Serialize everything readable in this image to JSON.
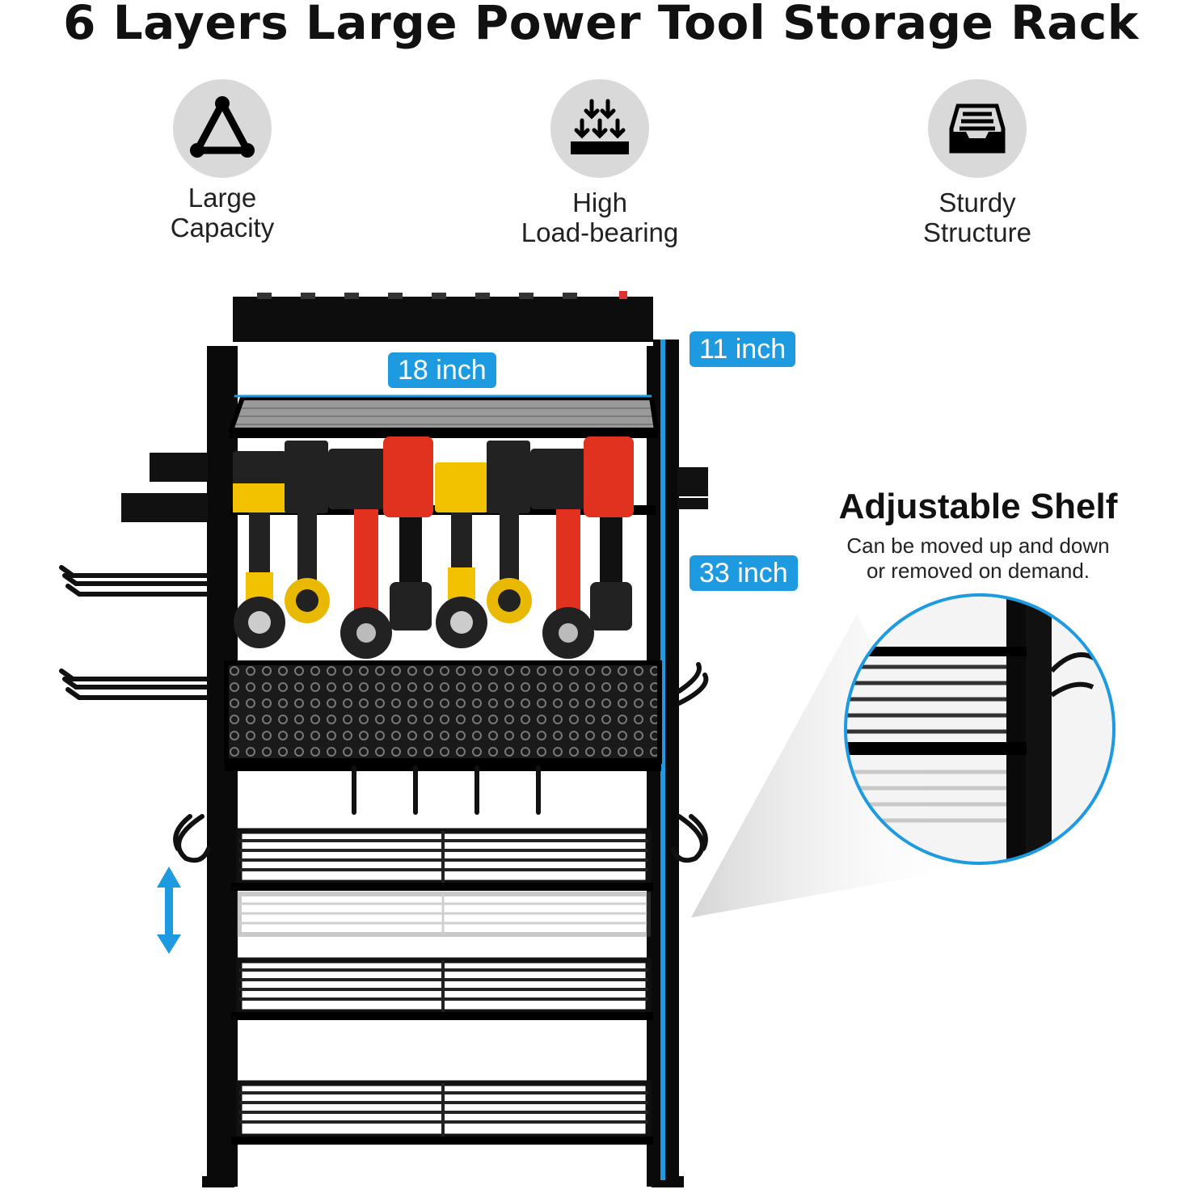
{
  "title": "6 Layers Large Power Tool Storage Rack",
  "features": [
    {
      "label_line1": "Large",
      "label_line2": "Capacity",
      "icon": "triangle-nodes-icon"
    },
    {
      "label_line1": "High",
      "label_line2": "Load-bearing",
      "icon": "downward-arrows-load-icon"
    },
    {
      "label_line1": "Sturdy",
      "label_line2": "Structure",
      "icon": "stacked-tray-icon"
    }
  ],
  "dimensions": {
    "width": "18 inch",
    "depth": "11 inch",
    "height": "33 inch"
  },
  "adjustable": {
    "title": "Adjustable Shelf",
    "desc_line1": "Can be moved up and down",
    "desc_line2": "or removed on demand."
  },
  "colors": {
    "accent": "#1e9be0",
    "rack": "#111111",
    "icon_bg": "#d9d9d9",
    "drill_yellow": "#f2c200",
    "drill_red": "#e0321e"
  }
}
